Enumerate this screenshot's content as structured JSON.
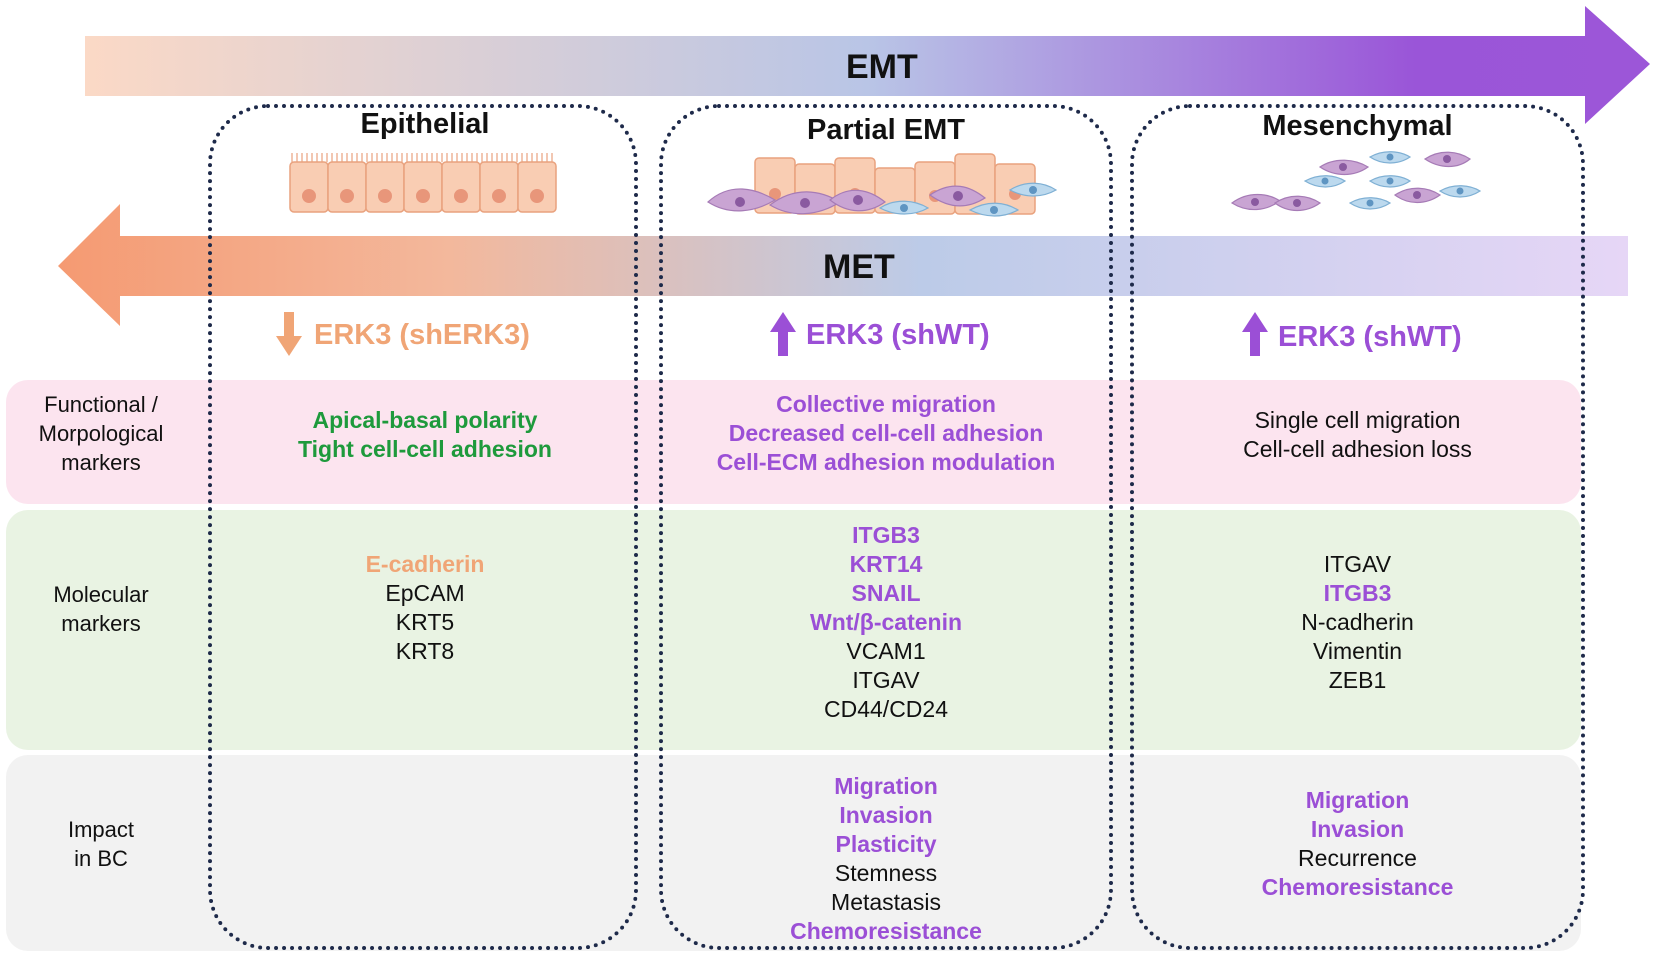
{
  "arrows": {
    "top_label": "EMT",
    "bottom_label": "MET"
  },
  "stages": [
    {
      "title": "Epithelial",
      "erk_label": "ERK3 (shERK3)",
      "erk_direction": "down",
      "erk_color": "#f0a576"
    },
    {
      "title": "Partial EMT",
      "erk_label": "ERK3 (shWT)",
      "erk_direction": "up",
      "erk_color": "#9b4fd6"
    },
    {
      "title": "Mesenchymal",
      "erk_label": "ERK3 (shWT)",
      "erk_direction": "up",
      "erk_color": "#9b4fd6"
    }
  ],
  "row_labels": {
    "functional": [
      "Functional /",
      "Morpological",
      "markers"
    ],
    "molecular": [
      "Molecular",
      "markers"
    ],
    "impact": [
      "Impact",
      "in BC"
    ]
  },
  "functional": {
    "epithelial": [
      "Apical-basal polarity",
      "Tight cell-cell adhesion"
    ],
    "partial": [
      "Collective migration",
      "Decreased cell-cell adhesion",
      "Cell-ECM adhesion modulation"
    ],
    "mesenchymal": [
      "Single cell migration",
      "Cell-cell adhesion loss"
    ]
  },
  "molecular": {
    "epithelial": [
      "E-cadherin",
      "EpCAM",
      "KRT5",
      "KRT8"
    ],
    "partial": [
      "ITGB3",
      "KRT14",
      "SNAIL",
      "Wnt/β-catenin",
      "VCAM1",
      "ITGAV",
      "CD44/CD24"
    ],
    "mesenchymal": [
      "ITGAV",
      "ITGB3",
      "N-cadherin",
      "Vimentin",
      "ZEB1"
    ]
  },
  "impact": {
    "partial": [
      "Migration",
      "Invasion",
      "Plasticity",
      "Stemness",
      "Metastasis",
      "Chemoresistance"
    ],
    "mesenchymal": [
      "Migration",
      "Invasion",
      "Recurrence",
      "Chemoresistance"
    ]
  },
  "colors": {
    "purple": "#9b4fd6",
    "green": "#1e9a3c",
    "peach": "#f0a576",
    "functional_band": "#fce4ef",
    "molecular_band": "#e9f3e3",
    "impact_band": "#f2f2f2"
  }
}
